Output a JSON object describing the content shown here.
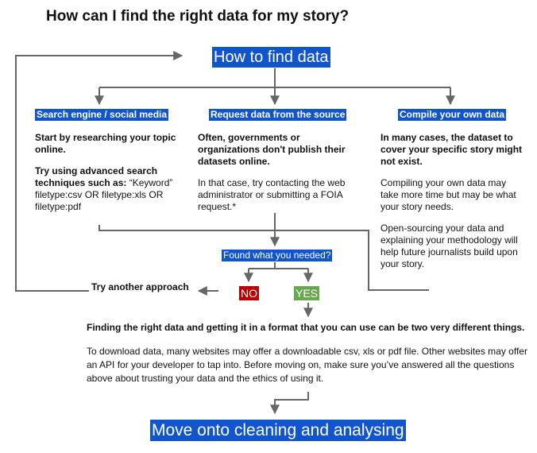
{
  "title": "How can I find the right data for my story?",
  "main_header": "How to find data",
  "columns": [
    {
      "header": "Search engine / social media",
      "p1": "Start by researching your topic online.",
      "p2_bold": "Try using advanced search techniques such as:",
      "p2_normal": "“Keyword” filetype:csv OR filetype:xls OR filetype:pdf"
    },
    {
      "header": "Request data from the source",
      "p1": "Often, governments or organizations don't publish their datasets online.",
      "p2": "In that case, try contacting the web administrator or submitting a FOIA request.*"
    },
    {
      "header": "Compile your own data",
      "p1": "In many cases, the dataset to cover your specific story might not exist.",
      "p2": "Compiling your own data may take more time but may be what your story needs.",
      "p3": "Open-sourcing your data and explaining your methodology will help future journalists build upon your story."
    }
  ],
  "question": "Found what you needed?",
  "no_label": "NO",
  "yes_label": "YES",
  "try_another": "Try another approach",
  "finding": "Finding the right data and getting it in a format that you can use can be two very different things.",
  "download": "To download data, many websites may offer a downloadable csv, xls or pdf file. Other websites may offer an API for your developer to tap into. Before moving on, make sure you’ve answered all the questions above about trusting your data and the ethics of using it.",
  "final_header": "Move onto cleaning and analysing",
  "colors": {
    "header_blue": "#1155cc",
    "no_red": "#c00000",
    "yes_green": "#6aa84f",
    "arrow_gray": "#666666"
  }
}
